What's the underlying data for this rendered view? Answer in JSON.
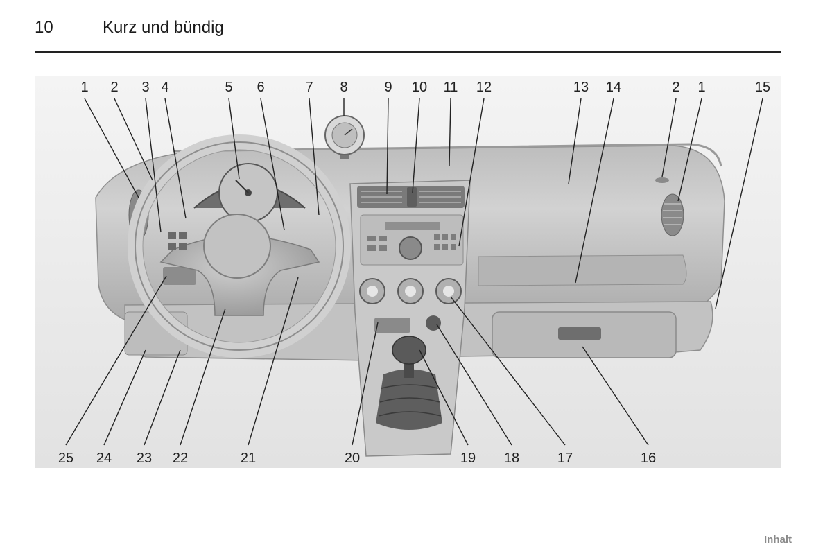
{
  "header": {
    "page_number": "10",
    "title": "Kurz und bündig"
  },
  "figure": {
    "callouts_top": [
      "1",
      "2",
      "3",
      "4",
      "5",
      "6",
      "7",
      "8",
      "9",
      "10",
      "11",
      "12",
      "13",
      "14",
      "2",
      "1",
      "15"
    ],
    "callouts_bottom": [
      "25",
      "24",
      "23",
      "22",
      "21",
      "20",
      "19",
      "18",
      "17",
      "16"
    ]
  },
  "footer": {
    "link": "Inhalt"
  }
}
